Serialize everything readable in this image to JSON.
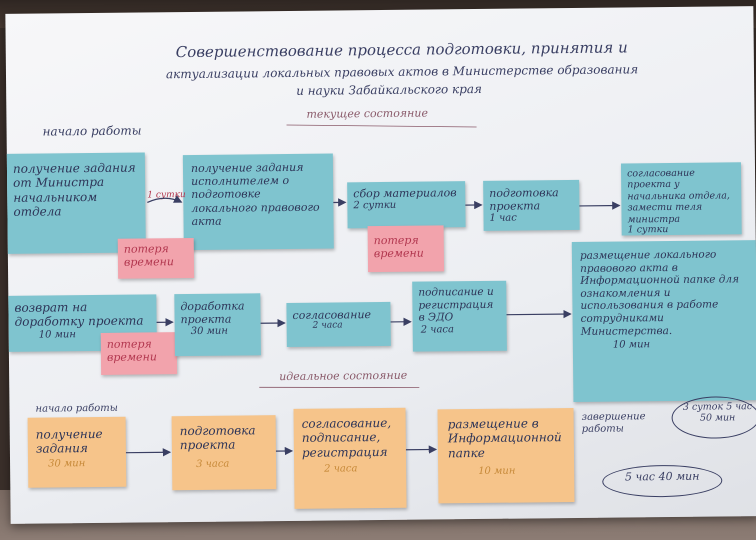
{
  "title": {
    "line1": "Совершенствование процесса подготовки, принятия и",
    "line2": "актуализации локальных правовых актов в Министерстве образования",
    "line3": "и науки Забайкальского края"
  },
  "sections": {
    "current": "текущее состояние",
    "ideal": "идеальное состояние"
  },
  "row1": {
    "start_label": "начало работы",
    "n1": "получение задания от Министра начальником отдела",
    "n2": "получение задания исполнителем о подготовке локального правового акта",
    "n2_time": "1 сутки",
    "n3": "сбор материалов",
    "n3_time": "2 сутки",
    "n4": "подготовка проекта",
    "n4_time": "1 час",
    "n5": "согласование проекта у начальника отдела, замести теля министра",
    "n5_time": "1 сутки",
    "loss1": "потеря времени",
    "loss2": "потеря времени"
  },
  "row2": {
    "n1": "возврат на доработку проекта",
    "n1_time": "10 мин",
    "loss": "потеря времени",
    "n2": "доработка проекта",
    "n2_time": "30 мин",
    "n3": "согласование",
    "n3_time": "2 часа",
    "n4": "подписание и регистрация в ЭДО",
    "n4_time": "2 часа",
    "n5": "размещение локального правового акта в Информационной папке для ознакомления и использования в работе сотрудниками Министерства.",
    "n5_time": "10 мин"
  },
  "total_current": "3 суток 5 час 50 мин",
  "row3": {
    "start_label": "начало работы",
    "n1": "получение задания",
    "n1_time": "30 мин",
    "n2": "подготовка проекта",
    "n2_time": "3 часа",
    "n3": "согласование, подписание, регистрация",
    "n3_time": "2 часа",
    "n4": "размещение в Информационной папке",
    "n4_time": "10 мин",
    "end_label": "завершение работы",
    "total": "5 час 40 мин"
  }
}
